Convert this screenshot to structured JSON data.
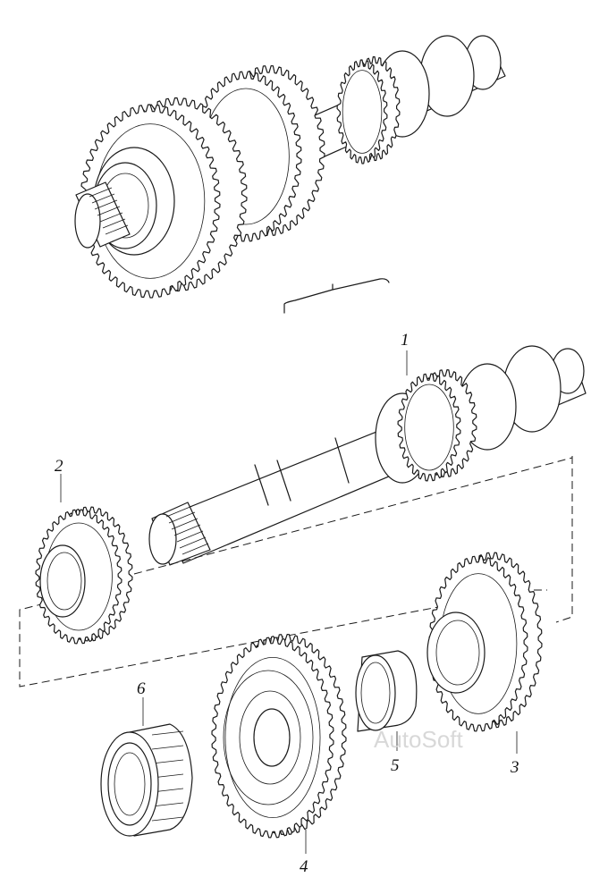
{
  "diagram": {
    "callouts": {
      "c1": "1",
      "c2": "2",
      "c3": "3",
      "c4": "4",
      "c5": "5",
      "c6": "6"
    },
    "watermark": "AutoSoft",
    "colors": {
      "line": "#1a1a1a",
      "background": "#ffffff",
      "watermark": "#d8d8d8"
    }
  }
}
